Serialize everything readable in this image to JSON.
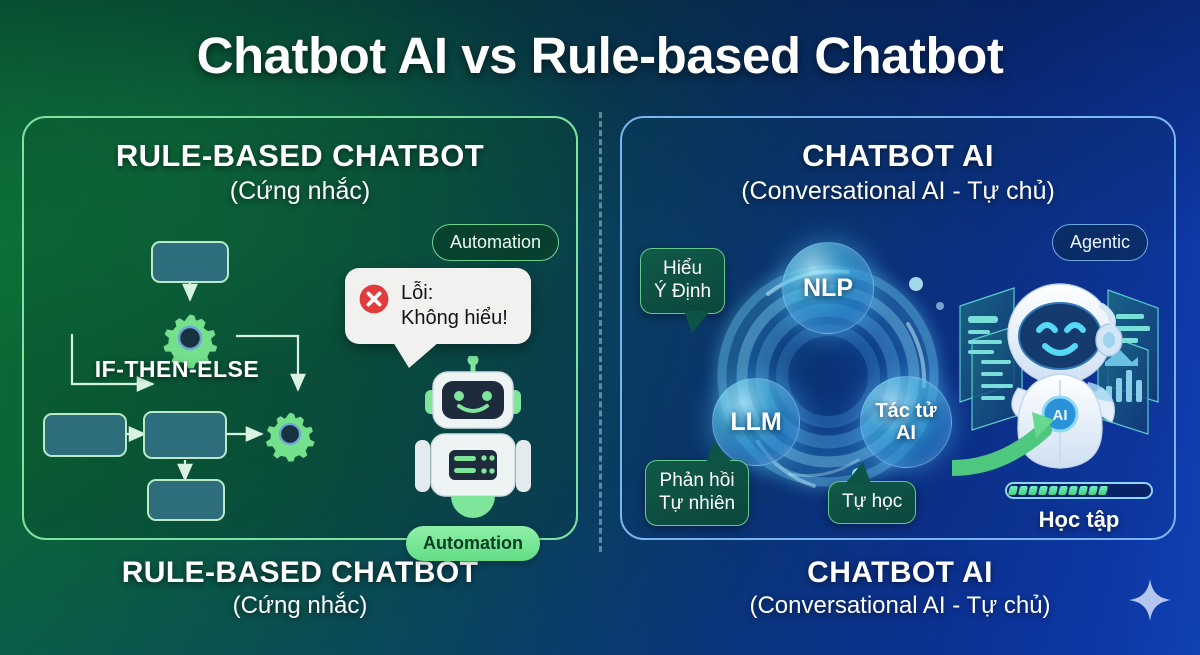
{
  "page": {
    "title": "Chatbot AI vs Rule-based Chatbot",
    "background_left_color": "#0b6b34",
    "background_right_color": "#1342b4"
  },
  "left_panel": {
    "heading": "RULE-BASED CHATBOT",
    "subheading": "(Cứng nhắc)",
    "border_color": "#7fe3a0",
    "badge_top": "Automation",
    "badge_bottom": "Automation",
    "flow_label": "IF-THEN-ELSE",
    "error_bubble": {
      "icon": "error-x-icon",
      "line1": "Lỗi:",
      "line2": "Không hiểu!",
      "icon_color": "#e23b3b"
    },
    "robot": {
      "icon": "rule-bot-icon",
      "accent_color": "#7ee59a",
      "body_color": "#e9eef0"
    },
    "flow_nodes": [
      {
        "id": "box-top",
        "type": "process-box"
      },
      {
        "id": "gear-upper",
        "type": "gear"
      },
      {
        "id": "box-left",
        "type": "process-box"
      },
      {
        "id": "box-mid",
        "type": "process-box"
      },
      {
        "id": "gear-lower",
        "type": "gear"
      },
      {
        "id": "box-bottom",
        "type": "process-box"
      }
    ],
    "box_fill": "#2e6e7c",
    "gear_fill": "#74e08c"
  },
  "right_panel": {
    "heading": "CHATBOT AI",
    "subheading": "(Conversational AI - Tự chủ)",
    "border_color": "#79b6ee",
    "badge_top": "Agentic",
    "nodes": [
      {
        "id": "nlp",
        "label": "NLP"
      },
      {
        "id": "llm",
        "label": "LLM"
      },
      {
        "id": "agent",
        "label": "Tác tử\nAI",
        "line1": "Tác tử",
        "line2": "AI"
      }
    ],
    "callouts": [
      {
        "id": "hieu-y-dinh",
        "line1": "Hiểu",
        "line2": "Ý Định"
      },
      {
        "id": "phan-hoi-tu-nhien",
        "line1": "Phản hồi",
        "line2": "Tự nhiên"
      },
      {
        "id": "tu-hoc",
        "line1": "Tự học",
        "line2": ""
      }
    ],
    "robot": {
      "icon": "ai-bot-icon",
      "chest_badge": "AI",
      "body_color": "#f2f8ff",
      "screen_color": "#1a3f7a"
    },
    "progress": {
      "label": "Học tập",
      "segments_total": 14,
      "segments_filled": 10,
      "percent": 71,
      "fill_color": "#52dc92",
      "track_color": "#8fd4f2"
    },
    "growth_arrow_color": "#58cf86"
  },
  "footer": {
    "left_title": "RULE-BASED CHATBOT",
    "left_subtitle": "(Cứng nhắc)",
    "right_title": "CHATBOT AI",
    "right_subtitle": "(Conversational AI - Tự chủ)",
    "sparkle_icon": "sparkle-icon"
  }
}
